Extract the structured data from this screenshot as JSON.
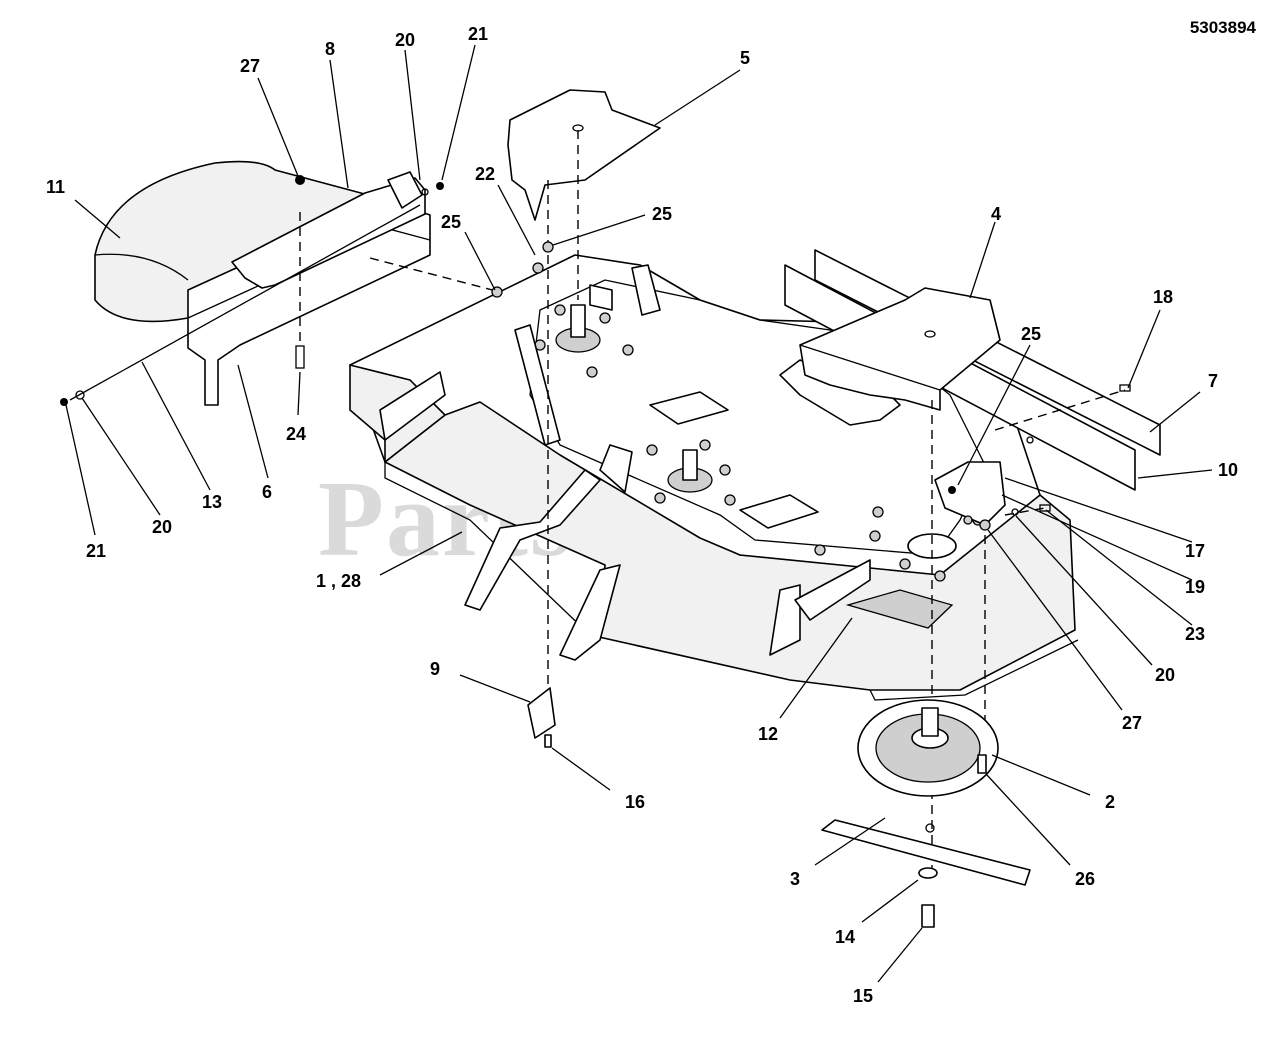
{
  "figure_id": "5303894",
  "watermark": "PartsTree",
  "callouts": [
    {
      "id": "c5",
      "text": "5"
    },
    {
      "id": "c8",
      "text": "8"
    },
    {
      "id": "c20a",
      "text": "20"
    },
    {
      "id": "c21a",
      "text": "21"
    },
    {
      "id": "c27a",
      "text": "27"
    },
    {
      "id": "c11",
      "text": "11"
    },
    {
      "id": "c22",
      "text": "22"
    },
    {
      "id": "c25a",
      "text": "25"
    },
    {
      "id": "c25b",
      "text": "25"
    },
    {
      "id": "c4",
      "text": "4"
    },
    {
      "id": "c18",
      "text": "18"
    },
    {
      "id": "c25c",
      "text": "25"
    },
    {
      "id": "c7",
      "text": "7"
    },
    {
      "id": "c10",
      "text": "10"
    },
    {
      "id": "c24",
      "text": "24"
    },
    {
      "id": "c6",
      "text": "6"
    },
    {
      "id": "c13",
      "text": "13"
    },
    {
      "id": "c20b",
      "text": "20"
    },
    {
      "id": "c21b",
      "text": "21"
    },
    {
      "id": "c1_28",
      "text": "1 , 28"
    },
    {
      "id": "c17",
      "text": "17"
    },
    {
      "id": "c19",
      "text": "19"
    },
    {
      "id": "c23",
      "text": "23"
    },
    {
      "id": "c20c",
      "text": "20"
    },
    {
      "id": "c27b",
      "text": "27"
    },
    {
      "id": "c9",
      "text": "9"
    },
    {
      "id": "c12",
      "text": "12"
    },
    {
      "id": "c16",
      "text": "16"
    },
    {
      "id": "c2",
      "text": "2"
    },
    {
      "id": "c3",
      "text": "3"
    },
    {
      "id": "c26",
      "text": "26"
    },
    {
      "id": "c14",
      "text": "14"
    },
    {
      "id": "c15",
      "text": "15"
    }
  ]
}
